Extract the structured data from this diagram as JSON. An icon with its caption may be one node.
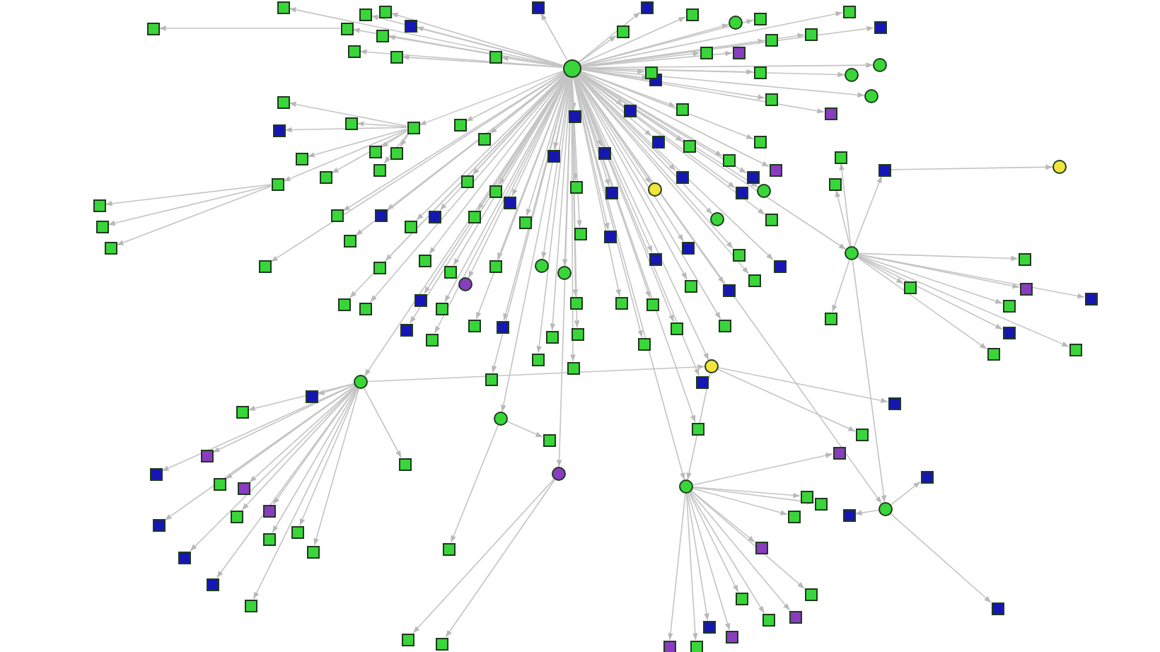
{
  "diagram": {
    "nodes": [
      {
        "text": [],
        "shape": "circle"
      },
      {
        "text": [],
        "shape": "circle"
      },
      {
        "text": [],
        "shape": "circle"
      },
      {
        "text": [],
        "shape": "circle"
      },
      {
        "text": [],
        "shape": "circle"
      },
      {
        "text": [],
        "shape": "circle"
      },
      {
        "text": [],
        "shape": "circle"
      },
      {
        "text": [],
        "shape": "circle"
      },
      {
        "text": [],
        "shape": "circle"
      },
      {
        "text": [],
        "shape": "circle"
      },
      {
        "text": [],
        "shape": "circle"
      },
      {
        "text": [],
        "shape": "circle"
      },
      {
        "text": [],
        "shape": "circle"
      },
      {
        "text": [],
        "shape": "circle"
      },
      {
        "text": [],
        "shape": "circle"
      },
      {
        "text": [],
        "shape": "circle"
      },
      {
        "text": [],
        "shape": "circle"
      },
      {
        "text": [],
        "shape": "circle"
      },
      {
        "text": [],
        "shape": "circle"
      },
      {
        "text": [],
        "shape": "box"
      },
      {
        "text": [],
        "shape": "box"
      },
      {
        "text": [],
        "shape": "box"
      },
      {
        "text": [],
        "shape": "box"
      },
      {
        "text": [],
        "shape": "box"
      },
      {
        "text": [],
        "shape": "box"
      },
      {
        "text": [],
        "shape": "box"
      },
      {
        "text": [],
        "shape": "box"
      },
      {
        "text": [],
        "shape": "box"
      },
      {
        "text": [],
        "shape": "box"
      },
      {
        "text": [],
        "shape": "box"
      },
      {
        "text": [],
        "shape": "box"
      },
      {
        "text": [],
        "shape": "box"
      },
      {
        "text": [],
        "shape": "box"
      },
      {
        "text": [],
        "shape": "box"
      },
      {
        "text": [],
        "shape": "box"
      },
      {
        "text": [],
        "shape": "box"
      },
      {
        "text": [],
        "shape": "box"
      },
      {
        "text": [],
        "shape": "box"
      },
      {
        "text": [],
        "shape": "box"
      },
      {
        "text": [],
        "shape": "box"
      },
      {
        "text": [],
        "shape": "box"
      },
      {
        "text": [],
        "shape": "box"
      },
      {
        "text": [],
        "shape": "box"
      },
      {
        "text": [],
        "shape": "box"
      },
      {
        "text": [],
        "shape": "box"
      },
      {
        "text": [],
        "shape": "box"
      },
      {
        "text": [],
        "shape": "box"
      },
      {
        "text": [],
        "shape": "box"
      },
      {
        "text": [],
        "shape": "box"
      },
      {
        "text": [],
        "shape": "box"
      },
      {
        "text": [],
        "shape": "box"
      },
      {
        "text": [],
        "shape": "box"
      },
      {
        "text": [],
        "shape": "box"
      },
      {
        "text": [],
        "shape": "box"
      },
      {
        "text": [],
        "shape": "box"
      },
      {
        "text": [],
        "shape": "box"
      },
      {
        "text": [],
        "shape": "box"
      },
      {
        "text": [],
        "shape": "box"
      },
      {
        "text": [],
        "shape": "box"
      },
      {
        "text": [],
        "shape": "box"
      },
      {
        "text": [],
        "shape": "box"
      },
      {
        "text": [],
        "shape": "box"
      },
      {
        "text": [],
        "shape": "box"
      },
      {
        "text": [],
        "shape": "box"
      },
      {
        "text": [],
        "shape": "box"
      },
      {
        "text": [],
        "shape": "box"
      },
      {
        "text": [],
        "shape": "box"
      },
      {
        "text": [],
        "shape": "box"
      },
      {
        "text": [],
        "shape": "box"
      },
      {
        "text": [],
        "shape": "box"
      },
      {
        "text": [],
        "shape": "box"
      },
      {
        "text": [],
        "shape": "box"
      },
      {
        "text": [],
        "shape": "box"
      },
      {
        "text": [],
        "shape": "box"
      },
      {
        "text": [],
        "shape": "box"
      },
      {
        "text": [],
        "shape": "box"
      },
      {
        "text": [],
        "shape": "box"
      },
      {
        "text": [],
        "shape": "box"
      },
      {
        "text": [],
        "shape": "box"
      },
      {
        "text": [],
        "shape": "box"
      },
      {
        "text": [],
        "shape": "box"
      },
      {
        "text": [],
        "shape": "box"
      },
      {
        "text": [],
        "shape": "box"
      },
      {
        "text": [],
        "shape": "box"
      },
      {
        "text": [],
        "shape": "box"
      },
      {
        "text": [],
        "shape": "box"
      },
      {
        "text": [],
        "shape": "box"
      },
      {
        "text": [],
        "shape": "box"
      },
      {
        "text": [],
        "shape": "box"
      },
      {
        "text": [],
        "shape": "box"
      },
      {
        "text": [],
        "shape": "box"
      },
      {
        "text": [],
        "shape": "box"
      },
      {
        "text": [],
        "shape": "box"
      },
      {
        "text": [],
        "shape": "box"
      },
      {
        "text": [],
        "shape": "box"
      },
      {
        "text": [],
        "shape": "box"
      },
      {
        "text": [],
        "shape": "box"
      },
      {
        "text": [],
        "shape": "box"
      },
      {
        "text": [],
        "shape": "box"
      },
      {
        "text": [],
        "shape": "box"
      },
      {
        "text": [],
        "shape": "box"
      },
      {
        "text": [],
        "shape": "box"
      },
      {
        "text": [],
        "shape": "box"
      },
      {
        "text": [],
        "shape": "box"
      },
      {
        "text": [],
        "shape": "box"
      },
      {
        "text": [],
        "shape": "box"
      },
      {
        "text": [],
        "shape": "box"
      },
      {
        "text": [],
        "shape": "box"
      },
      {
        "text": [],
        "shape": "box"
      },
      {
        "text": [],
        "shape": "box"
      },
      {
        "text": [],
        "shape": "box"
      },
      {
        "text": [],
        "shape": "box"
      },
      {
        "text": [],
        "shape": "box"
      },
      {
        "text": [],
        "shape": "box"
      },
      {
        "text": [],
        "shape": "box"
      },
      {
        "text": [],
        "shape": "box"
      },
      {
        "text": [],
        "shape": "box"
      },
      {
        "text": [],
        "shape": "box"
      },
      {
        "text": [],
        "shape": "box"
      },
      {
        "text": [],
        "shape": "box"
      },
      {
        "text": [],
        "shape": "box"
      },
      {
        "text": [],
        "shape": "box"
      },
      {
        "text": [],
        "shape": "box"
      },
      {
        "text": [],
        "shape": "box"
      },
      {
        "text": [],
        "shape": "box"
      },
      {
        "text": [],
        "shape": "box"
      },
      {
        "text": [],
        "shape": "box"
      },
      {
        "text": [],
        "shape": "box"
      },
      {
        "text": [],
        "shape": "box"
      },
      {
        "text": [],
        "shape": "box"
      },
      {
        "text": [],
        "shape": "box"
      },
      {
        "text": [],
        "shape": "box"
      },
      {
        "text": [],
        "shape": "box"
      },
      {
        "text": [],
        "shape": "box"
      },
      {
        "text": [],
        "shape": "box"
      },
      {
        "text": [],
        "shape": "box"
      },
      {
        "text": [],
        "shape": "box"
      },
      {
        "text": [],
        "shape": "box"
      },
      {
        "text": [],
        "shape": "box"
      },
      {
        "text": [],
        "shape": "box"
      },
      {
        "text": [],
        "shape": "box"
      },
      {
        "text": [],
        "shape": "box"
      },
      {
        "text": [],
        "shape": "box"
      },
      {
        "text": [],
        "shape": "box"
      },
      {
        "text": [],
        "shape": "box"
      },
      {
        "text": [],
        "shape": "box"
      },
      {
        "text": [],
        "shape": "box"
      },
      {
        "text": [],
        "shape": "box"
      },
      {
        "text": [],
        "shape": "box"
      },
      {
        "text": [],
        "shape": "box"
      },
      {
        "text": [],
        "shape": "box"
      },
      {
        "text": [],
        "shape": "box"
      },
      {
        "text": [],
        "shape": "box"
      },
      {
        "text": [],
        "shape": "box"
      },
      {
        "text": [],
        "shape": "box"
      },
      {
        "text": [],
        "shape": "box"
      },
      {
        "text": [],
        "shape": "box"
      },
      {
        "text": [],
        "shape": "box"
      },
      {
        "text": [],
        "shape": "box"
      },
      {
        "text": [],
        "shape": "box"
      },
      {
        "text": [],
        "shape": "box"
      },
      {
        "text": [],
        "shape": "box"
      },
      {
        "text": [],
        "shape": "box"
      },
      {
        "text": [],
        "shape": "box"
      },
      {
        "text": [],
        "shape": "box"
      },
      {
        "text": [],
        "shape": "box"
      },
      {
        "text": [],
        "shape": "box"
      },
      {
        "text": [],
        "shape": "box"
      },
      {
        "text": [],
        "shape": "box"
      },
      {
        "text": [],
        "shape": "box"
      },
      {
        "text": [],
        "shape": "box"
      }
    ],
    "edges": [
      {
        "from": 0,
        "to": 1,
        "arrow": "to"
      },
      {
        "from": 0,
        "to": 2,
        "arrow": "to"
      },
      {
        "from": 0,
        "to": 3,
        "arrow": "to"
      },
      {
        "from": 0,
        "to": 4,
        "arrow": "to"
      },
      {
        "from": 0,
        "to": 5,
        "arrow": "to"
      },
      {
        "from": 0,
        "to": 6,
        "arrow": "to"
      },
      {
        "from": 0,
        "to": 7,
        "arrow": "to"
      },
      {
        "from": 0,
        "to": 9,
        "arrow": "to"
      },
      {
        "from": 0,
        "to": 10,
        "arrow": "to"
      },
      {
        "from": 0,
        "to": 11,
        "arrow": "to"
      },
      {
        "from": 0,
        "to": 12,
        "arrow": "to"
      },
      {
        "from": 0,
        "to": 13,
        "arrow": "to"
      },
      {
        "from": 0,
        "to": 14,
        "arrow": "to"
      },
      {
        "from": 0,
        "to": 15,
        "arrow": "to"
      },
      {
        "from": 0,
        "to": 16,
        "arrow": "to"
      },
      {
        "from": 0,
        "to": 17,
        "arrow": "to"
      },
      {
        "from": 0,
        "to": 18,
        "arrow": "to"
      },
      {
        "from": 0,
        "to": 19,
        "arrow": "to"
      },
      {
        "from": 0,
        "to": 20,
        "arrow": "to"
      },
      {
        "from": 0,
        "to": 21,
        "arrow": "to"
      },
      {
        "from": 0,
        "to": 22,
        "arrow": "to"
      },
      {
        "from": 0,
        "to": 23,
        "arrow": "to"
      },
      {
        "from": 0,
        "to": 24,
        "arrow": "to"
      },
      {
        "from": 0,
        "to": 25,
        "arrow": "to"
      },
      {
        "from": 0,
        "to": 26,
        "arrow": "to"
      },
      {
        "from": 0,
        "to": 27,
        "arrow": "to"
      },
      {
        "from": 20,
        "to": 28,
        "arrow": "to"
      },
      {
        "from": 0,
        "to": 29,
        "arrow": "to"
      },
      {
        "from": 0,
        "to": 30,
        "arrow": "to"
      },
      {
        "from": 0,
        "to": 31,
        "arrow": "to"
      },
      {
        "from": 0,
        "to": 32,
        "arrow": "to"
      },
      {
        "from": 0,
        "to": 33,
        "arrow": "to"
      },
      {
        "from": 0,
        "to": 34,
        "arrow": "to"
      },
      {
        "from": 0,
        "to": 35,
        "arrow": "to"
      },
      {
        "from": 0,
        "to": 36,
        "arrow": "to"
      },
      {
        "from": 0,
        "to": 37,
        "arrow": "to"
      },
      {
        "from": 0,
        "to": 38,
        "arrow": "to"
      },
      {
        "from": 0,
        "to": 39,
        "arrow": "to"
      },
      {
        "from": 0,
        "to": 40,
        "arrow": "to"
      },
      {
        "from": 0,
        "to": 41,
        "arrow": "to"
      },
      {
        "from": 0,
        "to": 42,
        "arrow": "to"
      },
      {
        "from": 0,
        "to": 43,
        "arrow": "to"
      },
      {
        "from": 0,
        "to": 44,
        "arrow": "to"
      },
      {
        "from": 0,
        "to": 45,
        "arrow": "to"
      },
      {
        "from": 0,
        "to": 46,
        "arrow": "to"
      },
      {
        "from": 0,
        "to": 47,
        "arrow": "to"
      },
      {
        "from": 0,
        "to": 52,
        "arrow": "to"
      },
      {
        "from": 0,
        "to": 53,
        "arrow": "to"
      },
      {
        "from": 0,
        "to": 54,
        "arrow": "to"
      },
      {
        "from": 52,
        "to": 48,
        "arrow": "to"
      },
      {
        "from": 52,
        "to": 49,
        "arrow": "to"
      },
      {
        "from": 52,
        "to": 50,
        "arrow": "to"
      },
      {
        "from": 52,
        "to": 51,
        "arrow": "to"
      },
      {
        "from": 52,
        "to": 55,
        "arrow": "to"
      },
      {
        "from": 52,
        "to": 56,
        "arrow": "to"
      },
      {
        "from": 52,
        "to": 57,
        "arrow": "to"
      },
      {
        "from": 52,
        "to": 58,
        "arrow": "to"
      },
      {
        "from": 52,
        "to": 59,
        "arrow": "to"
      },
      {
        "from": 56,
        "to": 60,
        "arrow": "to"
      },
      {
        "from": 56,
        "to": 61,
        "arrow": "to"
      },
      {
        "from": 56,
        "to": 62,
        "arrow": "to"
      },
      {
        "from": 0,
        "to": 63,
        "arrow": "to"
      },
      {
        "from": 0,
        "to": 64,
        "arrow": "to"
      },
      {
        "from": 0,
        "to": 65,
        "arrow": "to"
      },
      {
        "from": 0,
        "to": 66,
        "arrow": "to"
      },
      {
        "from": 0,
        "to": 67,
        "arrow": "to"
      },
      {
        "from": 0,
        "to": 68,
        "arrow": "to"
      },
      {
        "from": 0,
        "to": 69,
        "arrow": "to"
      },
      {
        "from": 0,
        "to": 70,
        "arrow": "to"
      },
      {
        "from": 0,
        "to": 71,
        "arrow": "to"
      },
      {
        "from": 0,
        "to": 72,
        "arrow": "to"
      },
      {
        "from": 0,
        "to": 73,
        "arrow": "to"
      },
      {
        "from": 0,
        "to": 74,
        "arrow": "to"
      },
      {
        "from": 0,
        "to": 75,
        "arrow": "to"
      },
      {
        "from": 0,
        "to": 76,
        "arrow": "to"
      },
      {
        "from": 0,
        "to": 77,
        "arrow": "to"
      },
      {
        "from": 0,
        "to": 78,
        "arrow": "to"
      },
      {
        "from": 0,
        "to": 79,
        "arrow": "to"
      },
      {
        "from": 0,
        "to": 80,
        "arrow": "to"
      },
      {
        "from": 0,
        "to": 81,
        "arrow": "to"
      },
      {
        "from": 0,
        "to": 82,
        "arrow": "to"
      },
      {
        "from": 0,
        "to": 83,
        "arrow": "to"
      },
      {
        "from": 0,
        "to": 84,
        "arrow": "to"
      },
      {
        "from": 0,
        "to": 85,
        "arrow": "to"
      },
      {
        "from": 0,
        "to": 86,
        "arrow": "to"
      },
      {
        "from": 0,
        "to": 87,
        "arrow": "to"
      },
      {
        "from": 0,
        "to": 88,
        "arrow": "to"
      },
      {
        "from": 0,
        "to": 89,
        "arrow": "to"
      },
      {
        "from": 0,
        "to": 90,
        "arrow": "to"
      },
      {
        "from": 0,
        "to": 91,
        "arrow": "to"
      },
      {
        "from": 0,
        "to": 92,
        "arrow": "to"
      },
      {
        "from": 0,
        "to": 93,
        "arrow": "to"
      },
      {
        "from": 0,
        "to": 94,
        "arrow": "to"
      },
      {
        "from": 0,
        "to": 95,
        "arrow": "to"
      },
      {
        "from": 0,
        "to": 96,
        "arrow": "to"
      },
      {
        "from": 0,
        "to": 97,
        "arrow": "to"
      },
      {
        "from": 0,
        "to": 98,
        "arrow": "to"
      },
      {
        "from": 0,
        "to": 99,
        "arrow": "to"
      },
      {
        "from": 0,
        "to": 100,
        "arrow": "to"
      },
      {
        "from": 0,
        "to": 101,
        "arrow": "to"
      },
      {
        "from": 0,
        "to": 102,
        "arrow": "to"
      },
      {
        "from": 0,
        "to": 103,
        "arrow": "to"
      },
      {
        "from": 0,
        "to": 104,
        "arrow": "to"
      },
      {
        "from": 0,
        "to": 105,
        "arrow": "to"
      },
      {
        "from": 0,
        "to": 106,
        "arrow": "to"
      },
      {
        "from": 0,
        "to": 107,
        "arrow": "to"
      },
      {
        "from": 0,
        "to": 108,
        "arrow": "to"
      },
      {
        "from": 0,
        "to": 109,
        "arrow": "to"
      },
      {
        "from": 0,
        "to": 110,
        "arrow": "to"
      },
      {
        "from": 0,
        "to": 111,
        "arrow": "to"
      },
      {
        "from": 0,
        "to": 112,
        "arrow": "to"
      },
      {
        "from": 0,
        "to": 113,
        "arrow": "to"
      },
      {
        "from": 0,
        "to": 114,
        "arrow": "to"
      },
      {
        "from": 0,
        "to": 115,
        "arrow": "to"
      },
      {
        "from": 0,
        "to": 116,
        "arrow": "to"
      },
      {
        "from": 0,
        "to": 117,
        "arrow": "to"
      },
      {
        "from": 0,
        "to": 118,
        "arrow": "to"
      },
      {
        "from": 0,
        "to": 119,
        "arrow": "to"
      },
      {
        "from": 0,
        "to": 120,
        "arrow": "to"
      },
      {
        "from": 5,
        "to": 121,
        "arrow": "to"
      },
      {
        "from": 1,
        "to": 122,
        "arrow": "to"
      },
      {
        "from": 5,
        "to": 123,
        "arrow": "to"
      },
      {
        "from": 2,
        "to": 124,
        "arrow": "to"
      },
      {
        "from": 2,
        "to": 125,
        "arrow": "to"
      },
      {
        "from": 2,
        "to": 126,
        "arrow": "to"
      },
      {
        "from": 2,
        "to": 127,
        "arrow": "to"
      },
      {
        "from": 2,
        "to": 128,
        "arrow": "to"
      },
      {
        "from": 2,
        "to": 129,
        "arrow": "to"
      },
      {
        "from": 2,
        "to": 130,
        "arrow": "to"
      },
      {
        "from": 2,
        "to": 131,
        "arrow": "to"
      },
      {
        "from": 2,
        "to": 132,
        "arrow": "to"
      },
      {
        "from": 2,
        "to": 133,
        "arrow": "to"
      },
      {
        "from": 2,
        "to": 134,
        "arrow": "to"
      },
      {
        "from": 2,
        "to": 135,
        "arrow": "to"
      },
      {
        "from": 125,
        "to": 8,
        "arrow": "to"
      },
      {
        "from": 6,
        "to": 136,
        "arrow": "to"
      },
      {
        "from": 6,
        "to": 137,
        "arrow": "to"
      },
      {
        "from": 9,
        "to": 139,
        "arrow": "to"
      },
      {
        "from": 9,
        "to": 143,
        "arrow": "to"
      },
      {
        "from": 9,
        "to": 144,
        "arrow": "to"
      },
      {
        "from": 3,
        "to": 138,
        "arrow": "to"
      },
      {
        "from": 3,
        "to": 140,
        "arrow": "to"
      },
      {
        "from": 3,
        "to": 141,
        "arrow": "to"
      },
      {
        "from": 3,
        "to": 142,
        "arrow": "to"
      },
      {
        "from": 3,
        "to": 145,
        "arrow": "to"
      },
      {
        "from": 1,
        "to": 146,
        "arrow": "to"
      },
      {
        "from": 1,
        "to": 147,
        "arrow": "to"
      },
      {
        "from": 1,
        "to": 148,
        "arrow": "to"
      },
      {
        "from": 1,
        "to": 149,
        "arrow": "to"
      },
      {
        "from": 1,
        "to": 150,
        "arrow": "to"
      },
      {
        "from": 1,
        "to": 151,
        "arrow": "to"
      },
      {
        "from": 1,
        "to": 152,
        "arrow": "to"
      },
      {
        "from": 1,
        "to": 153,
        "arrow": "to"
      },
      {
        "from": 1,
        "to": 154,
        "arrow": "to"
      },
      {
        "from": 1,
        "to": 155,
        "arrow": "to"
      },
      {
        "from": 1,
        "to": 156,
        "arrow": "to"
      },
      {
        "from": 1,
        "to": 157,
        "arrow": "to"
      },
      {
        "from": 1,
        "to": 158,
        "arrow": "to"
      },
      {
        "from": 1,
        "to": 159,
        "arrow": "to"
      },
      {
        "from": 1,
        "to": 160,
        "arrow": "to"
      },
      {
        "from": 4,
        "to": 161,
        "arrow": "to"
      },
      {
        "from": 4,
        "to": 162,
        "arrow": "to"
      },
      {
        "from": 3,
        "to": 163,
        "arrow": "to"
      },
      {
        "from": 3,
        "to": 164,
        "arrow": "to"
      },
      {
        "from": 3,
        "to": 165,
        "arrow": "to"
      },
      {
        "from": 3,
        "to": 166,
        "arrow": "to"
      },
      {
        "from": 3,
        "to": 167,
        "arrow": "to"
      },
      {
        "from": 3,
        "to": 168,
        "arrow": "to"
      },
      {
        "from": 3,
        "to": 169,
        "arrow": "to"
      },
      {
        "from": 3,
        "to": 170,
        "arrow": "to"
      },
      {
        "from": 1,
        "to": 6,
        "arrow": "to"
      },
      {
        "from": 6,
        "to": 3,
        "arrow": "to"
      },
      {
        "from": 2,
        "to": 9,
        "arrow": "to"
      }
    ]
  }
}
